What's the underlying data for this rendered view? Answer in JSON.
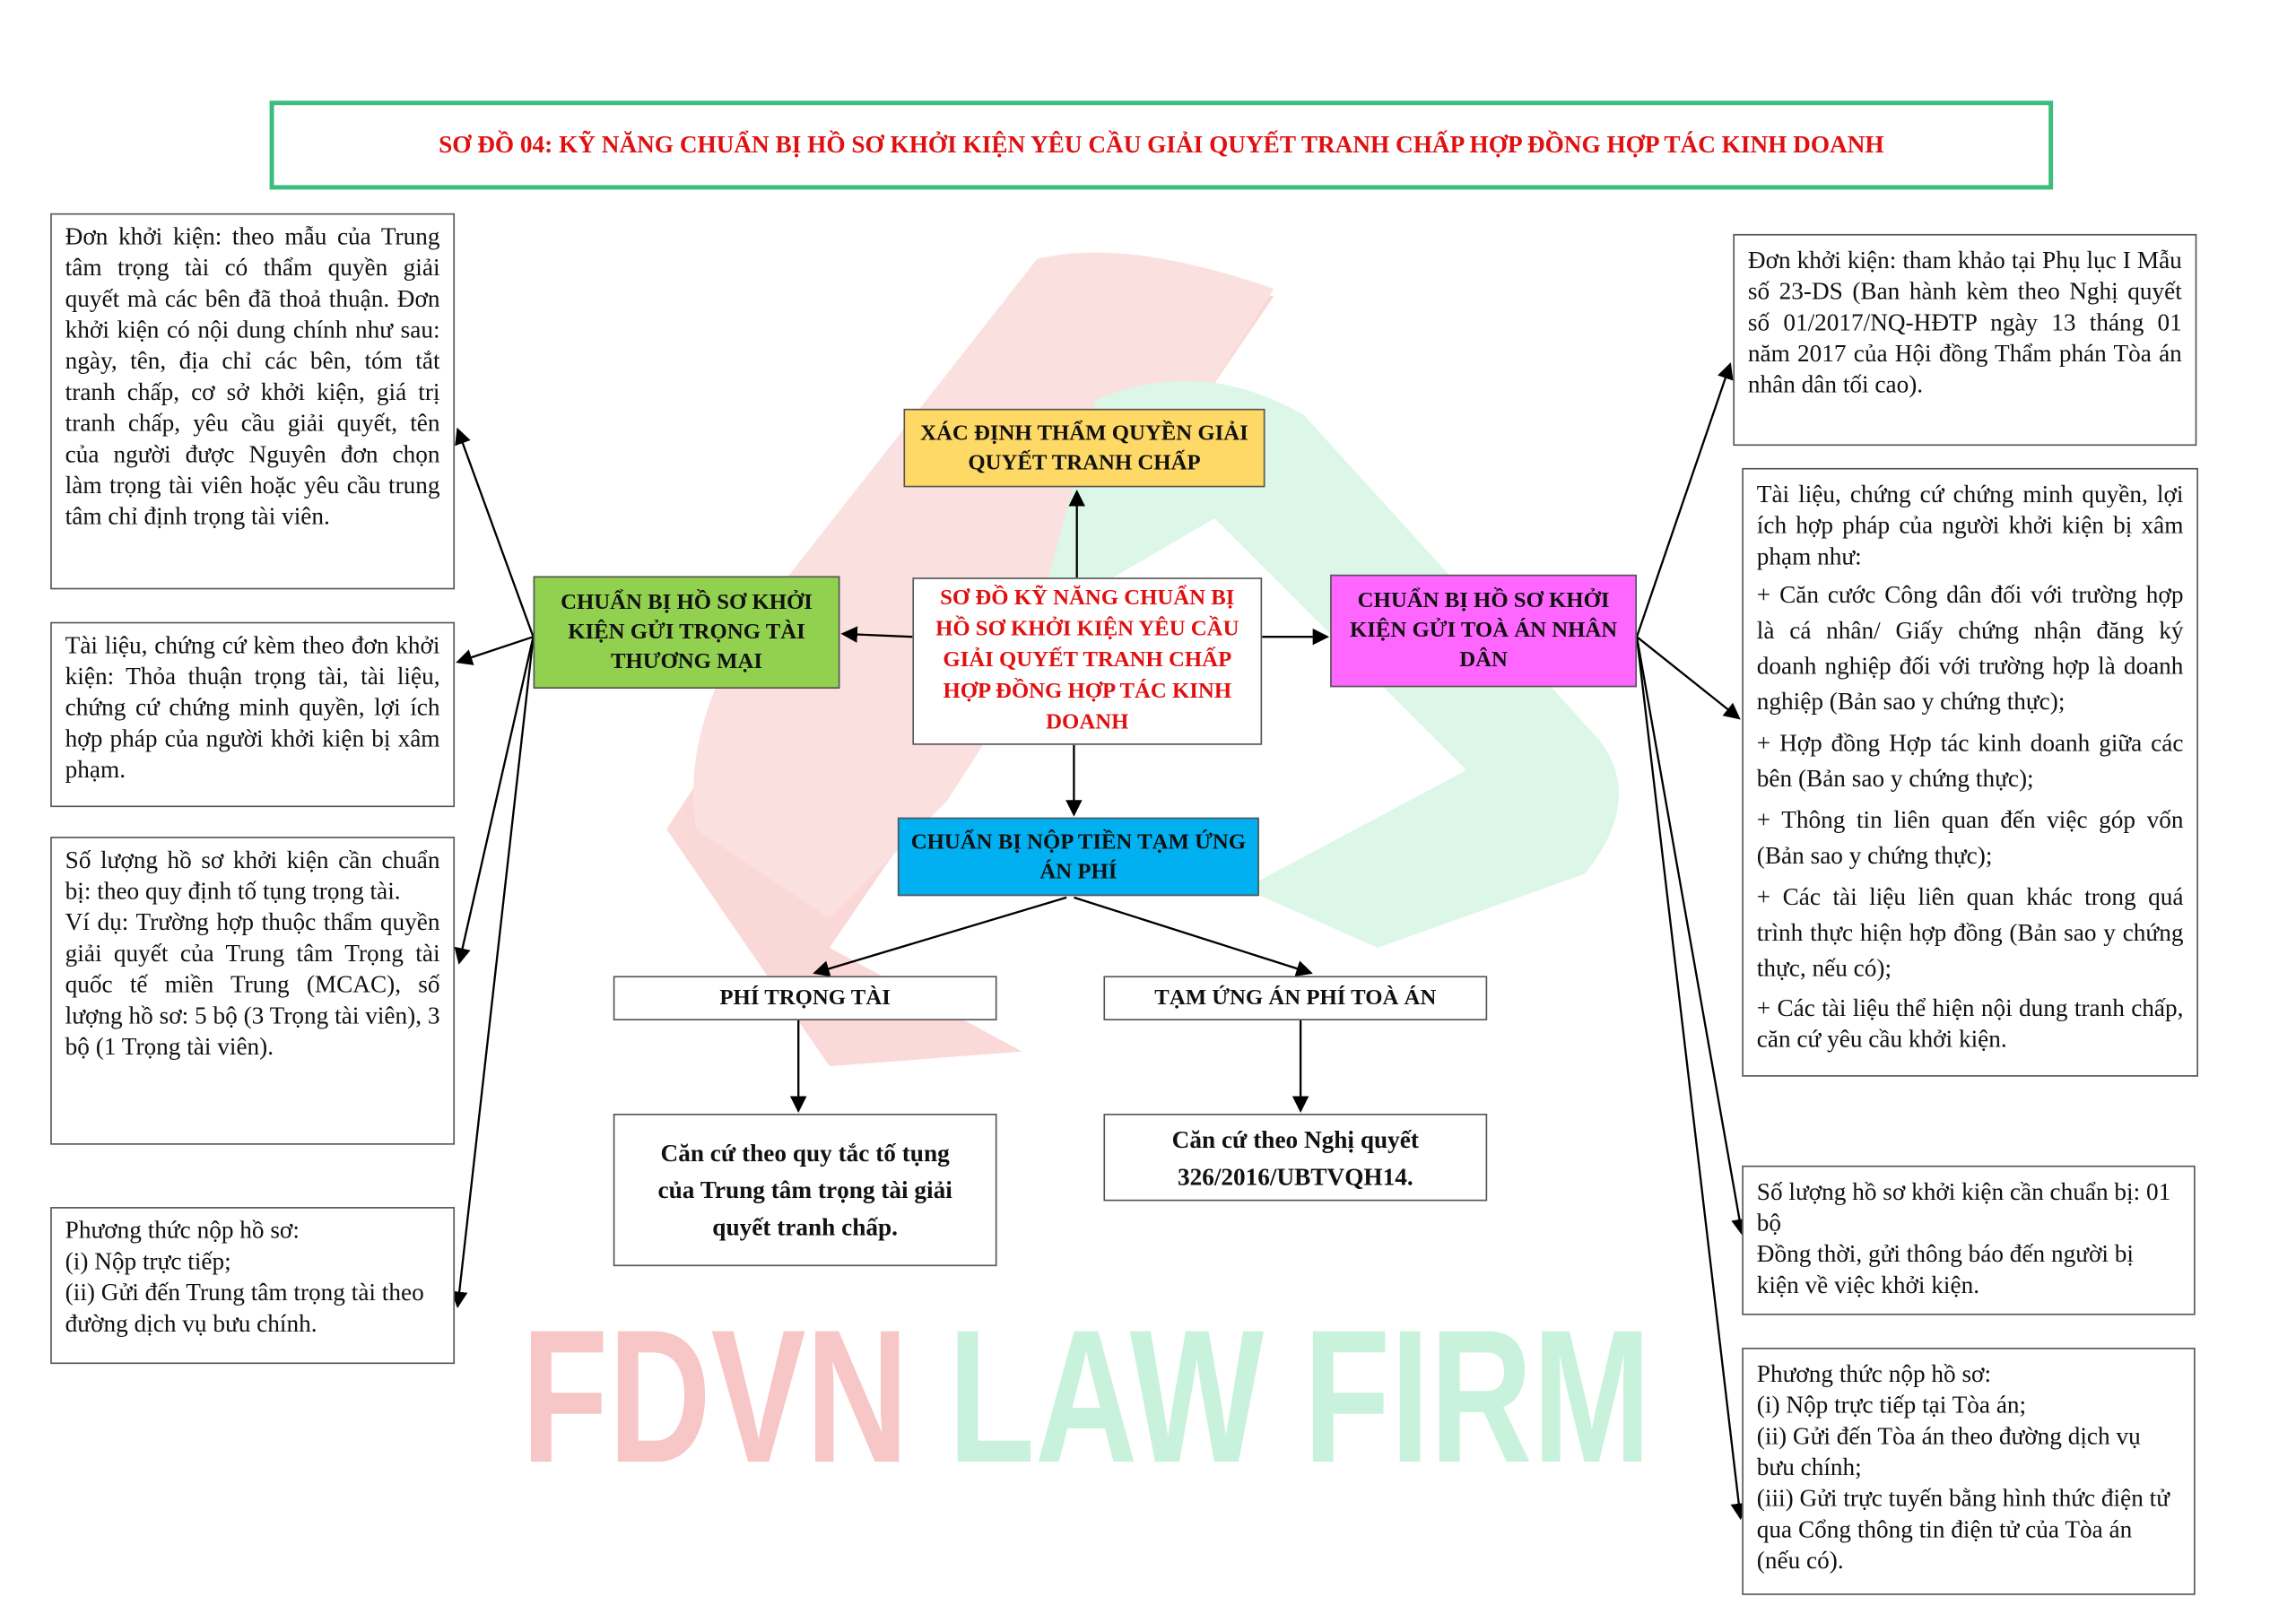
{
  "colors": {
    "title_border": "#3dbd7d",
    "title_text": "#e01010",
    "green": "#92d050",
    "yellow": "#ffd966",
    "magenta": "#ff66ff",
    "blue": "#00b0f0",
    "watermark_red": "#f7c6c6",
    "watermark_green": "#c9f2dc"
  },
  "title": "SƠ ĐỒ 04: KỸ NĂNG CHUẨN BỊ HỒ SƠ KHỞI KIỆN YÊU CẦU GIẢI QUYẾT TRANH CHẤP HỢP ĐỒNG HỢP TÁC KINH DOANH",
  "watermark": {
    "part1": "FDVN",
    "part2": "LAW FIRM"
  },
  "center": "SƠ ĐỒ KỸ NĂNG CHUẨN BỊ HỒ SƠ KHỞI KIỆN YÊU CẦU GIẢI QUYẾT TRANH CHẤP HỢP ĐỒNG HỢP TÁC KINH DOANH",
  "jurisdiction": "XÁC ĐỊNH THẨM QUYỀN GIẢI QUYẾT TRANH CHẤP",
  "arbitration": "CHUẨN BỊ HỒ SƠ KHỞI KIỆN GỬI TRỌNG TÀI THƯƠNG MẠI",
  "court": "CHUẨN BỊ HỒ SƠ KHỞI KIỆN GỬI TOÀ ÁN NHÂN DÂN",
  "fee": {
    "title": "CHUẨN BỊ NỘP TIỀN TẠM ỨNG ÁN PHÍ",
    "arb_fee": "PHÍ TRỌNG TÀI",
    "court_fee": "TẠM ỨNG ÁN PHÍ TOÀ ÁN",
    "arb_basis": "Căn cứ theo quy tắc tố tụng của Trung tâm trọng tài giải quyết tranh chấp.",
    "court_basis": "Căn cứ theo Nghị quyết 326/2016/UBTVQH14."
  },
  "left": [
    [
      "Đơn khởi kiện: theo mẫu của Trung tâm trọng tài có thẩm quyền giải quyết mà các bên đã thoả thuận. Đơn khởi kiện có nội dung chính như sau: ngày, tên, địa chỉ các bên, tóm tắt tranh chấp, cơ sở khởi kiện, giá trị tranh chấp, yêu cầu giải quyết, tên của người được Nguyên đơn chọn làm trọng tài viên hoặc yêu cầu trung tâm chỉ định trọng tài viên."
    ],
    [
      "Tài liệu, chứng cứ kèm theo đơn khởi kiện: Thỏa thuận trọng tài, tài liệu, chứng cứ chứng minh quyền, lợi ích hợp pháp của người khởi kiện bị xâm phạm."
    ],
    [
      "Số lượng hồ sơ khởi kiện cần chuẩn bị: theo quy định tố tụng trọng tài.",
      "Ví dụ: Trường hợp thuộc thẩm quyền giải quyết của Trung tâm Trọng tài quốc tế miền Trung (MCAC), số lượng hồ sơ: 5 bộ (3 Trọng tài viên), 3 bộ (1 Trọng tài viên)."
    ],
    [
      "Phương thức nộp hồ sơ:",
      "(i) Nộp trực tiếp;",
      "(ii) Gửi đến Trung tâm trọng tài theo đường dịch vụ bưu chính."
    ]
  ],
  "right": [
    [
      "Đơn khởi kiện: tham khảo tại Phụ lục I Mẫu số 23-DS (Ban hành kèm theo Nghị quyết số 01/2017/NQ-HĐTP ngày 13 tháng 01 năm 2017 của Hội đồng Thẩm phán Tòa án nhân dân tối cao)."
    ],
    [
      "Tài liệu, chứng cứ chứng minh quyền, lợi ích hợp pháp của người khởi kiện bị xâm phạm như:",
      "+ Căn cước Công dân đối với trường hợp là cá nhân/ Giấy chứng nhận đăng ký doanh nghiệp đối với trường hợp là doanh nghiệp (Bản sao y chứng thực);",
      "+ Hợp đồng Hợp tác kinh doanh giữa các bên (Bản sao y chứng thực);",
      "+ Thông tin liên quan đến việc góp vốn (Bản sao y chứng thực);",
      "+ Các tài liệu liên quan khác trong quá trình thực hiện hợp đồng (Bản sao y chứng thực, nếu có);",
      "+ Các tài liệu thể hiện nội dung tranh chấp, căn cứ yêu cầu khởi kiện."
    ],
    [
      "Số lượng hồ sơ khởi kiện cần chuẩn bị: 01 bộ",
      "Đồng thời, gửi thông báo đến người bị kiện về việc khởi kiện."
    ],
    [
      "Phương thức nộp hồ sơ:",
      "(i) Nộp trực tiếp tại Tòa án;",
      "(ii) Gửi đến Tòa án theo đường dịch vụ bưu chính;",
      "(iii) Gửi trực tuyến bằng hình thức điện tử qua Cổng thông tin điện tử của Tòa án (nếu có)."
    ]
  ]
}
